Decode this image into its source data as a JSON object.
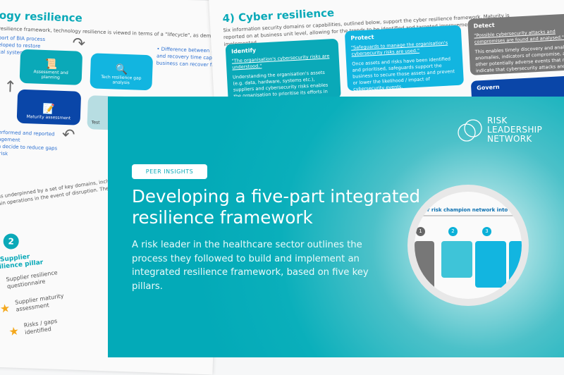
{
  "left_doc": {
    "heading": "ogy resilience",
    "intro": "resilience framework, technology resilience is viewed in terms of a \"lifecycle\", as demonstrated in the graphic bel",
    "note_left": [
      "port of BIA process",
      "eloped to restore",
      "cal systems etc."
    ],
    "note_right": [
      "• Difference between re",
      "and recovery time capa",
      "business can recover fro"
    ],
    "cards": [
      {
        "label": "Assessment and planning",
        "icon": "plan-scroll-icon",
        "color": "#0aa9b8"
      },
      {
        "label": "Tech resilience gap analysis",
        "icon": "magnifier-people-icon",
        "color": "#12b5e0"
      },
      {
        "label": "Maturity assessment",
        "icon": "checklist-pencil-icon",
        "color": "#0a46a8"
      },
      {
        "label": "Test",
        "icon": "",
        "color": "#b7dde2"
      }
    ],
    "note_bottom": [
      "performed and reported",
      "nagement",
      "an decide to reduce gaps",
      "e risk"
    ],
    "para": [
      "ce is underpinned by a set of key domains, inclu",
      "ntain operations in the event of disruption. The fo"
    ],
    "pillar_number": "2",
    "pillar_title": "Supplier resilience pillar",
    "pillar_items": [
      "Supplier resilience questionnaire",
      "Supplier maturity assessment",
      "Risks / gaps identified"
    ]
  },
  "right_doc": {
    "heading": "4) Cyber resilience",
    "intro": "Six information security domains or capabilities, outlined below, support the cyber resilience framework. Maturity is reported on at business unit level, allowing for the trends to be identified and targeted improvement plans to be implemented.",
    "cards": [
      {
        "title": "Identify",
        "quote": "\"The organisation's cybersecurity risks are understood.\"",
        "body": "Understanding the organisation's assets (e.g. data, hardware, systems etc.), suppliers and cybersecurity risks enables the organisation to prioritise its efforts in line with its risk management strategy.",
        "color": "#0aa9b8"
      },
      {
        "title": "Protect",
        "quote": "\"Safeguards to manage the organisation's cybersecurity risks are used.\"",
        "body": "Once assets and risks have been identified and prioritised, safeguards support the business to secure those assets and prevent or lower the likelihood / impact of cybersecurity events.",
        "color": "#12b5e0"
      },
      {
        "title": "Detect",
        "quote": "\"Possible cybersecurity attacks and compromises are found and analysed.\"",
        "body": "This enables timely discovery and analysis of anomalies, indicators of compromise, and other potentially adverse events that may indicate that cybersecurity attacks and incidents are occurring.",
        "color": "#777777"
      },
      {
        "title": "Govern",
        "quote": "",
        "body": "",
        "color": "#0a46a8"
      }
    ]
  },
  "hero": {
    "tag": "PEER INSIGHTS",
    "title": "Developing a five-part integrated resilience framework",
    "description": "A risk leader in the healthcare sector outlines the process they followed to build and implement an integrated resilience framework, based on five key pillars.",
    "logo": [
      "RISK",
      "LEADERSHIP",
      "NETWORK"
    ],
    "preview_heading": "r risk champion network into bu",
    "preview_numbers": [
      "1",
      "2",
      "3"
    ],
    "colors": {
      "teal": "#03aab8",
      "white": "#ffffff"
    }
  }
}
